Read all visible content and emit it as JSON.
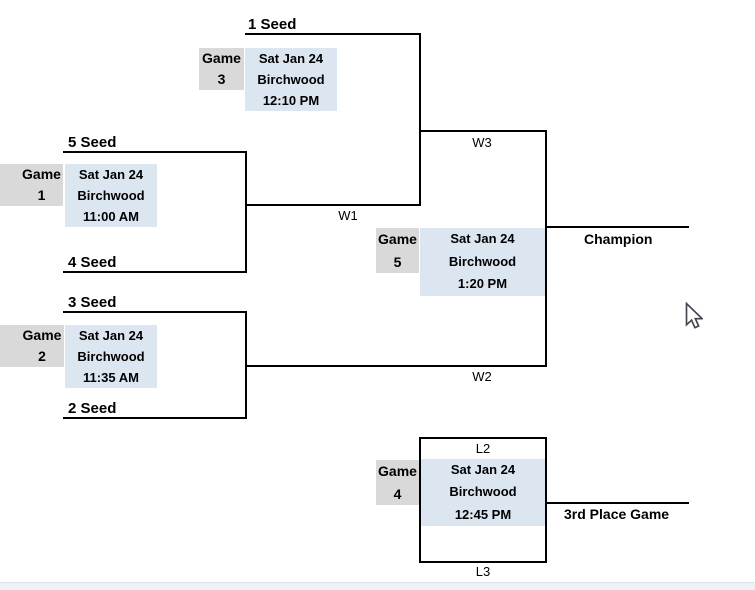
{
  "seeds": {
    "seed1": "1 Seed",
    "seed5": "5 Seed",
    "seed4": "4 Seed",
    "seed3": "3 Seed",
    "seed2": "2 Seed"
  },
  "games": {
    "game1": {
      "label": "Game",
      "number": "1",
      "date": "Sat Jan 24",
      "venue": "Birchwood",
      "time": "11:00 AM"
    },
    "game2": {
      "label": "Game",
      "number": "2",
      "date": "Sat Jan 24",
      "venue": "Birchwood",
      "time": "11:35 AM"
    },
    "game3": {
      "label": "Game",
      "number": "3",
      "date": "Sat Jan 24",
      "venue": "Birchwood",
      "time": "12:10 PM"
    },
    "game4": {
      "label": "Game",
      "number": "4",
      "date": "Sat Jan 24",
      "venue": "Birchwood",
      "time": "12:45 PM"
    },
    "game5": {
      "label": "Game",
      "number": "5",
      "date": "Sat Jan 24",
      "venue": "Birchwood",
      "time": "1:20 PM"
    }
  },
  "advancement_labels": {
    "w1": "W1",
    "w2": "W2",
    "w3": "W3",
    "l2": "L2",
    "l3": "L3"
  },
  "finals": {
    "champion": "Champion",
    "third_place": "3rd Place Game"
  },
  "colors": {
    "game_label_bg": "#d9d9d9",
    "game_info_bg": "#dce6f1",
    "bracket_line": "#000000",
    "bottom_strip": "#eef1f5"
  },
  "icons": {
    "cursor": "arrow-cursor"
  }
}
